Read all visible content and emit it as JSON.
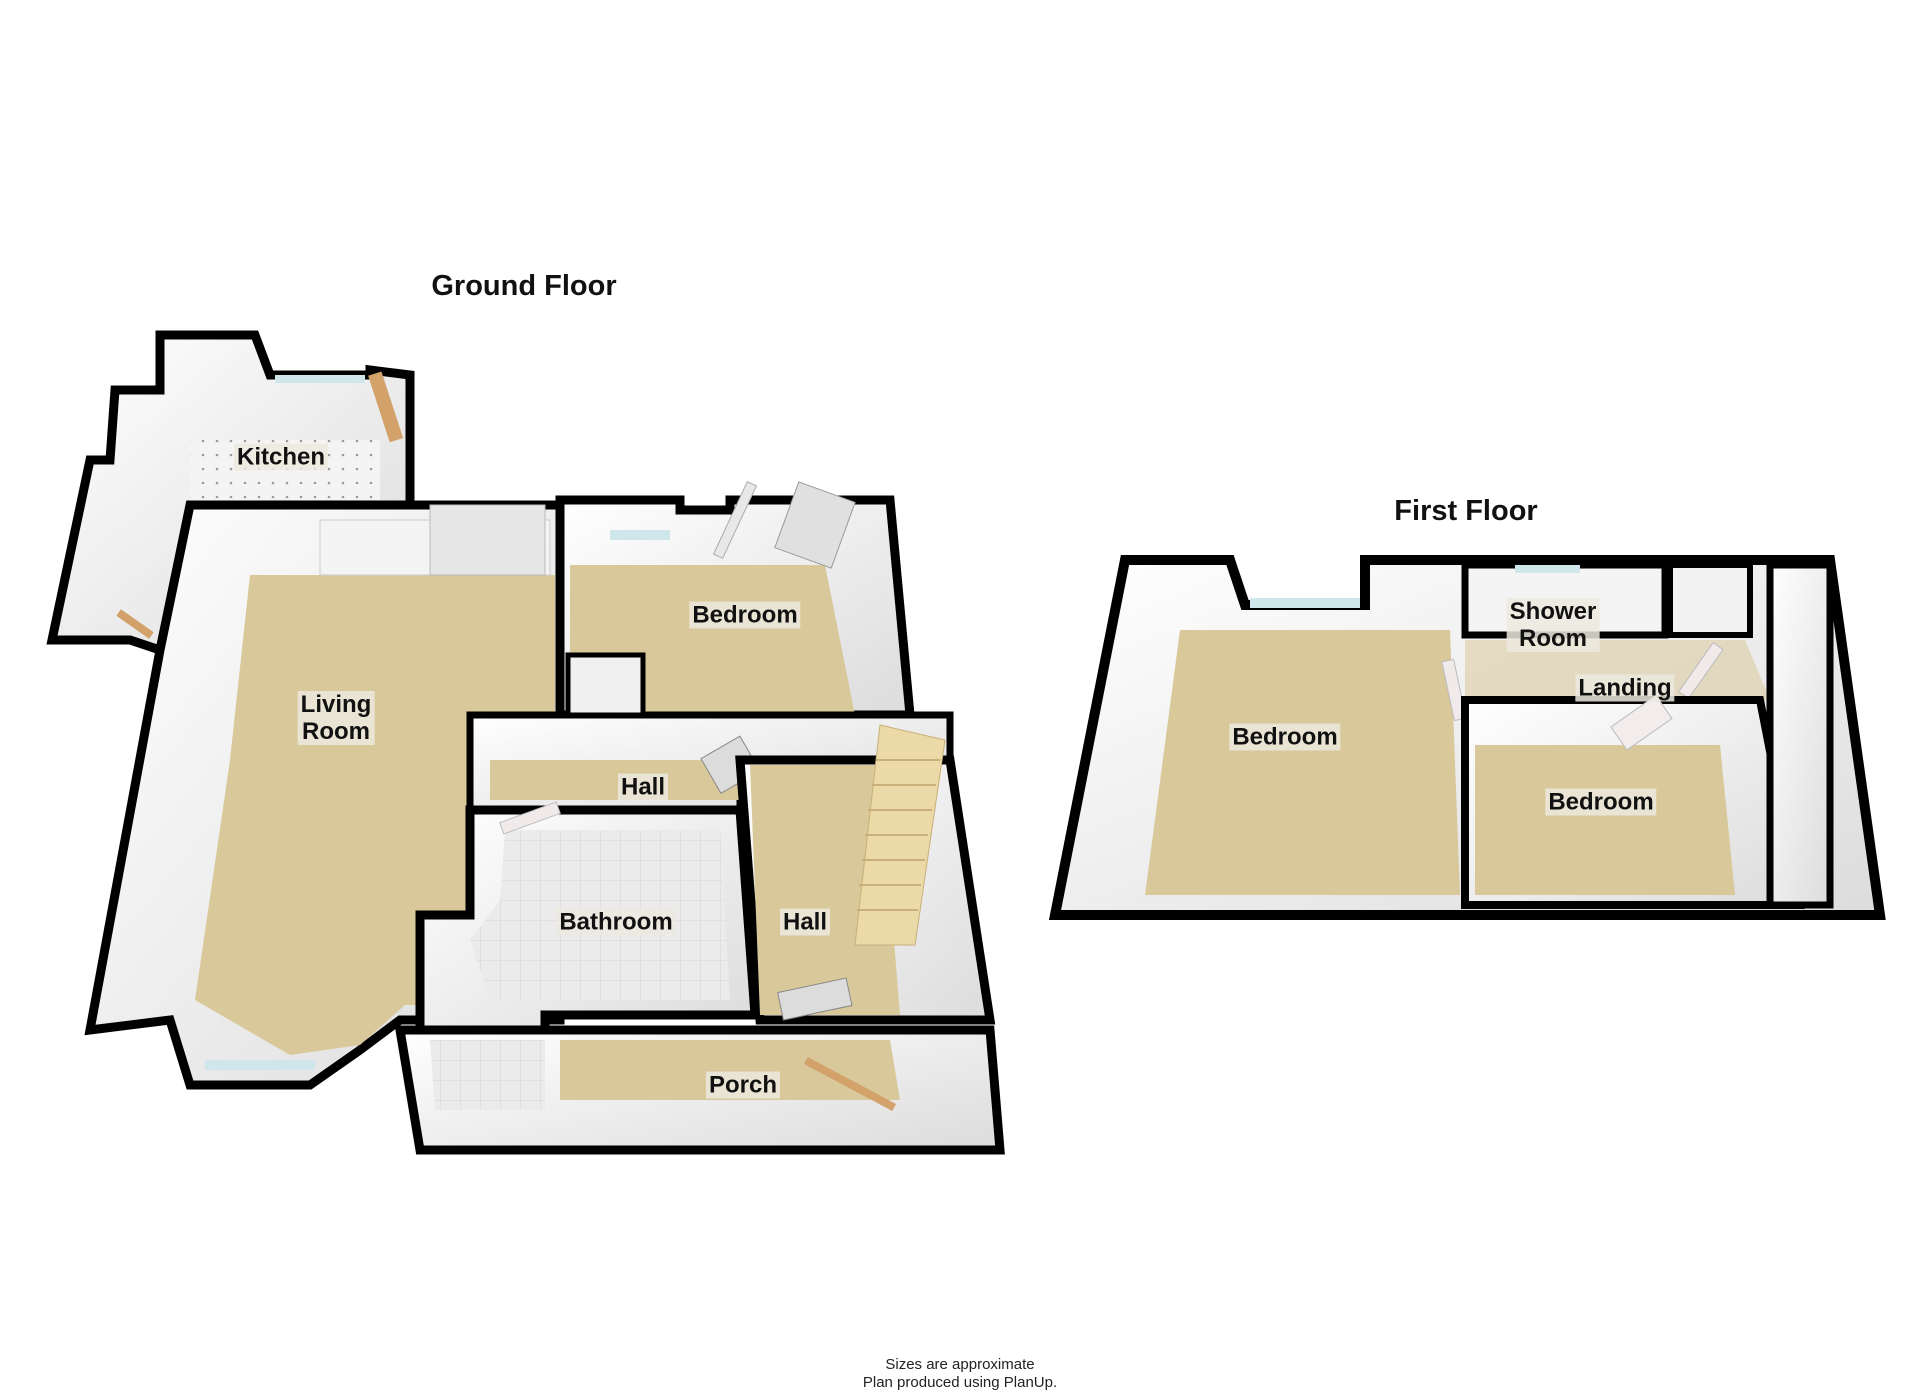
{
  "floors": [
    {
      "title": "Ground Floor",
      "rooms": [
        {
          "name": "Kitchen"
        },
        {
          "name": "Living\nRoom"
        },
        {
          "name": "Bedroom"
        },
        {
          "name": "Hall"
        },
        {
          "name": "Bathroom"
        },
        {
          "name": "Hall"
        },
        {
          "name": "Porch"
        }
      ]
    },
    {
      "title": "First Floor",
      "rooms": [
        {
          "name": "Shower\nRoom"
        },
        {
          "name": "Landing"
        },
        {
          "name": "Bedroom"
        },
        {
          "name": "Bedroom"
        }
      ]
    }
  ],
  "footer": {
    "line1": "Sizes are approximate",
    "line2": "Plan produced using PlanUp."
  },
  "colors": {
    "carpet": "#d8c89a",
    "tile": "#e8e8e8",
    "wall_fill": "#ececec",
    "wall": "#000000",
    "door": "#d2a26a",
    "window": "#cfe7ea"
  }
}
